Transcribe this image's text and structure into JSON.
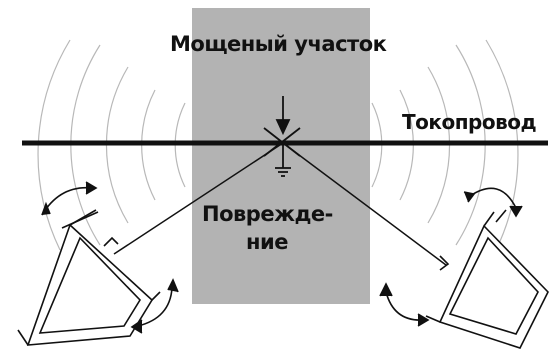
{
  "labels": {
    "paved_area": "Мощеный участок",
    "conductor": "Токопровод",
    "damage_line1": "Повреж­де-",
    "damage_line2": "ние"
  },
  "colors": {
    "paved_fill": "#b3b3b3",
    "conductor": "#111111",
    "waves": "#b8b8b8",
    "lines": "#111111"
  }
}
